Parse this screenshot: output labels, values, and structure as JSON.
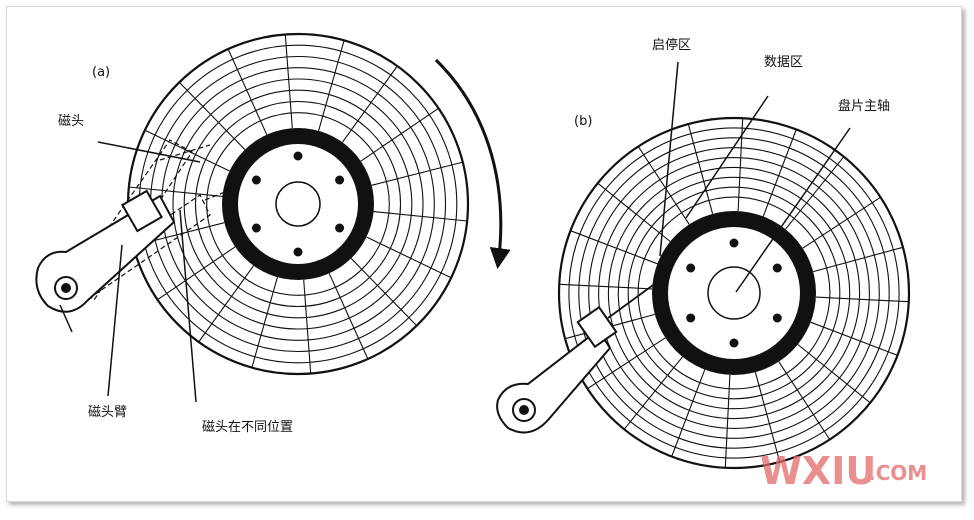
{
  "panel_a": {
    "tag": "(a)",
    "label_head": "磁头",
    "label_arm": "磁头臂",
    "label_positions": "磁头在不同位置"
  },
  "panel_b": {
    "tag": "(b)",
    "label_landing": "启停区",
    "label_data": "数据区",
    "label_spindle": "盘片主轴"
  },
  "watermark": {
    "main": "WXIU",
    "suffix": ".COM",
    "color": "#e36a6a"
  }
}
